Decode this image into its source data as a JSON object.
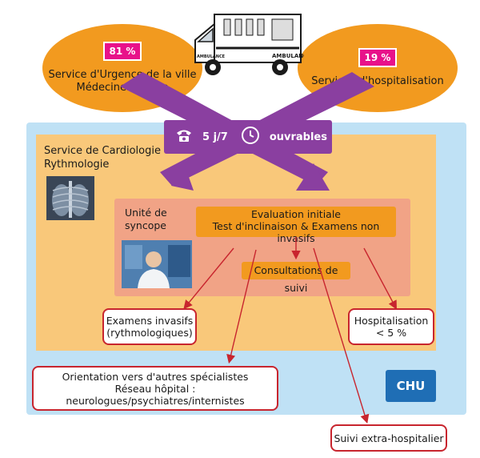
{
  "sources": {
    "left": {
      "percent": "81 %",
      "line1": "Service d'Urgence de la ville",
      "line2": "Médecine libérale"
    },
    "right": {
      "percent": "19 %",
      "line1": "Services d'hospitalisation"
    }
  },
  "ambulance": {
    "label_side": "AMBULANCE",
    "label_front": "AMBULANCE"
  },
  "schedule": {
    "days": "5 j/7",
    "hours": "ouvrables"
  },
  "cardiology": {
    "line1": "Service de Cardiologie",
    "line2": "Rythmologie"
  },
  "syncope_unit": {
    "line1": "Unité de",
    "line2": "syncope"
  },
  "initial_eval": {
    "line1": "Evaluation initiale",
    "line2": "Test d'inclinaison & Examens non invasifs"
  },
  "follow_up": {
    "label": "Consultations de suivi"
  },
  "invasive_exams": {
    "line1": "Examens invasifs",
    "line2": "(rythmologiques)"
  },
  "hospitalisation": {
    "line1": "Hospitalisation",
    "line2": "< 5 %"
  },
  "referral": {
    "line1": "Orientation vers d'autres spécialistes",
    "line2": "Réseau hôpital : neurologues/psychiatres/internistes"
  },
  "chu_badge": {
    "label": "CHU"
  },
  "external_follow_up": {
    "label": "Suivi extra-hospitalier"
  },
  "colors": {
    "orange": "#f29a1f",
    "magenta": "#e8118a",
    "purple": "#8a3fa0",
    "red": "#c8252e",
    "blue": "#1f6eb5",
    "light_blue": "#bfe1f5",
    "peach": "#f9c87a",
    "salmon": "#f1a386"
  },
  "icons": [
    "ambulance-icon",
    "telephone-icon",
    "clock-icon",
    "xray-image",
    "doctor-photo"
  ]
}
